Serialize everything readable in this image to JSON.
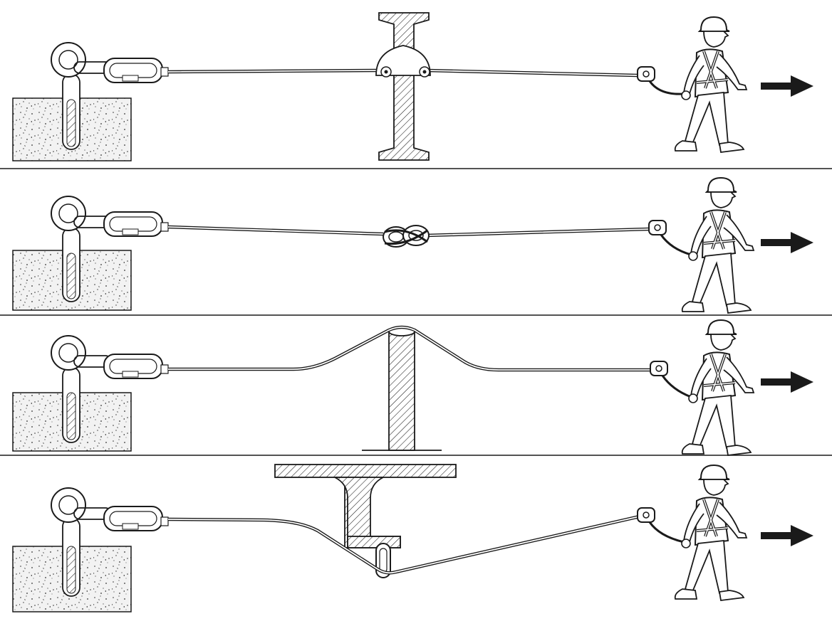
{
  "figure": {
    "panel_count": 4,
    "line_color": "#1a1a1a",
    "background": "#ffffff",
    "concrete_fill": "#f2f2f2",
    "panels": [
      {
        "id": "panel-1",
        "obstacle": "i-beam-rope-guide"
      },
      {
        "id": "panel-2",
        "obstacle": "figure-eight-knot"
      },
      {
        "id": "panel-3",
        "obstacle": "vertical-post"
      },
      {
        "id": "panel-4",
        "obstacle": "overhead-t-beam-carabiner"
      }
    ],
    "icons": [
      "eye-bolt-icon",
      "carabiner-icon",
      "rope-grab-icon",
      "worker-icon",
      "arrow-right-icon"
    ]
  }
}
